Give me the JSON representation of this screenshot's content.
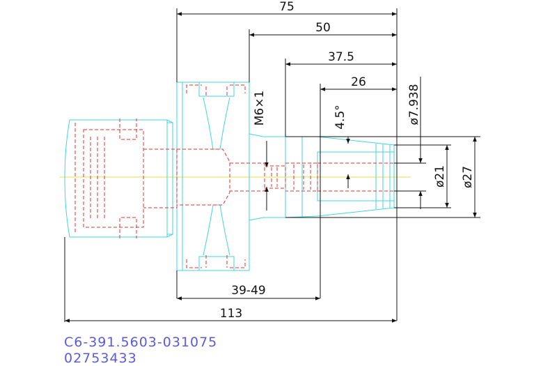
{
  "drawing": {
    "dimensions": {
      "overall_length": "75",
      "flange_to_end": "50",
      "body_to_end": "37.5",
      "taper_length": "26",
      "adjust_range": "39-49",
      "total_length": "113",
      "thread": "M6×1",
      "taper_angle": "4.5°",
      "dia_small": "ø7.938",
      "dia_mid": "ø21",
      "dia_large": "ø27"
    },
    "colors": {
      "outline": "#3fd6e0",
      "hidden": "#e03030",
      "centerline": "#e0e040",
      "dimension": "#111111",
      "part_text": "#5a5ae0"
    }
  },
  "part_number": "C6-391.5603-031075",
  "code": "02753433"
}
